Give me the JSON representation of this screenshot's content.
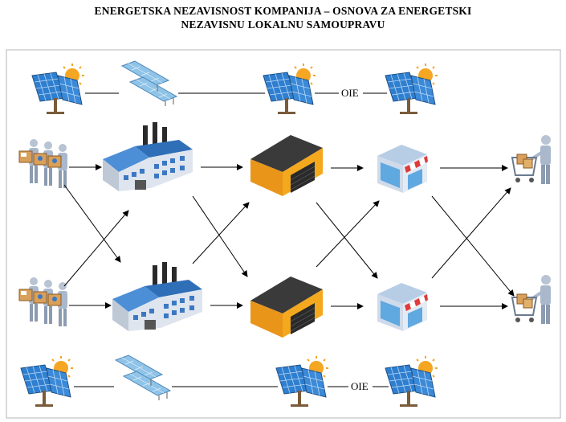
{
  "title": {
    "line1": "ENERGETSKA NEZAVISNOST KOMPANIJA – OSNOVA ZA ENERGETSKI",
    "line2": "NEZAVISNU LOKALNU SAMOUPRAVU"
  },
  "labels": {
    "oie_top": "OIE",
    "oie_bottom": "OIE"
  },
  "icons": {
    "solar_panel": "solar-panel-with-sun-icon",
    "panel_array": "solar-panel-array-icon",
    "workers": "workers-with-boxes-icon",
    "factory": "factory-icon",
    "warehouse": "warehouse-icon",
    "shop": "shop-icon",
    "customer": "customer-with-cart-icon"
  },
  "colors": {
    "panel_blue": "#2f7fd0",
    "sun_orange": "#f5a623",
    "factory_blue": "#3b78c4",
    "warehouse_orange": "#f4a81d",
    "roof_dark": "#3a3a3a",
    "awning_red": "#e03a3a"
  }
}
